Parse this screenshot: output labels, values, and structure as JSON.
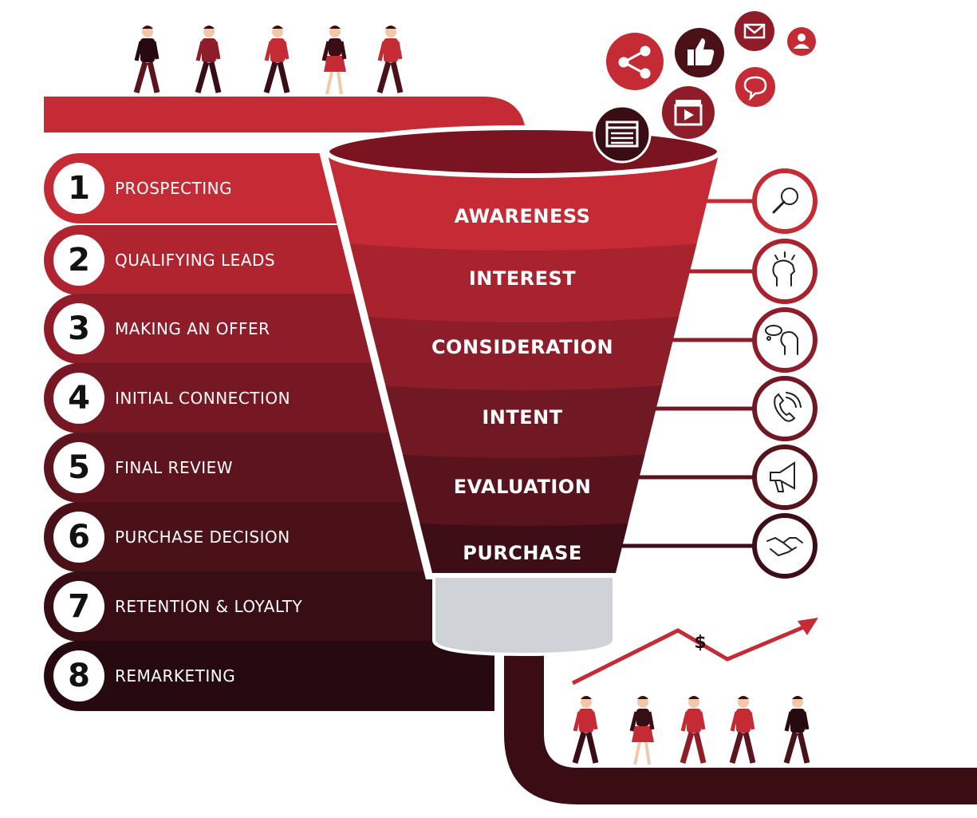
{
  "steps": [
    {
      "number": "1",
      "label": "PROSPECTING",
      "color": "#c52b34"
    },
    {
      "number": "2",
      "label": "QUALIFYING LEADS",
      "color": "#b02430"
    },
    {
      "number": "3",
      "label": "MAKING AN OFFER",
      "color": "#8f1d29"
    },
    {
      "number": "4",
      "label": "INITIAL CONNECTION",
      "color": "#751824"
    },
    {
      "number": "5",
      "label": "FINAL REVIEW",
      "color": "#5e141e"
    },
    {
      "number": "6",
      "label": "PURCHASE DECISION",
      "color": "#4a1119"
    },
    {
      "number": "7",
      "label": "RETENTION & LOYALTY",
      "color": "#380d14"
    },
    {
      "number": "8",
      "label": "REMARKETING",
      "color": "#260a10"
    }
  ],
  "stages": [
    {
      "label": "AWARENESS",
      "icon": "magnifier-icon",
      "color": "#c52b34"
    },
    {
      "label": "INTEREST",
      "icon": "head-idea-icon",
      "color": "#a9232f"
    },
    {
      "label": "CONSIDERATION",
      "icon": "head-thought-bubble-icon",
      "color": "#8c1d29"
    },
    {
      "label": "INTENT",
      "icon": "phone-call-icon",
      "color": "#701823"
    },
    {
      "label": "EVALUATION",
      "icon": "megaphone-icon",
      "color": "#58131d"
    },
    {
      "label": "PURCHASE",
      "icon": "handshake-icon",
      "color": "#3e0e16"
    }
  ],
  "media_icons": [
    "share-icon",
    "thumbs-up-icon",
    "envelope-icon",
    "user-icon",
    "chat-bubble-icon",
    "video-icon",
    "browser-window-icon"
  ],
  "growth_symbol": "$",
  "colors": {
    "accent": "#c52b34",
    "dark": "#260a10",
    "spout": "#cfd2d6"
  }
}
